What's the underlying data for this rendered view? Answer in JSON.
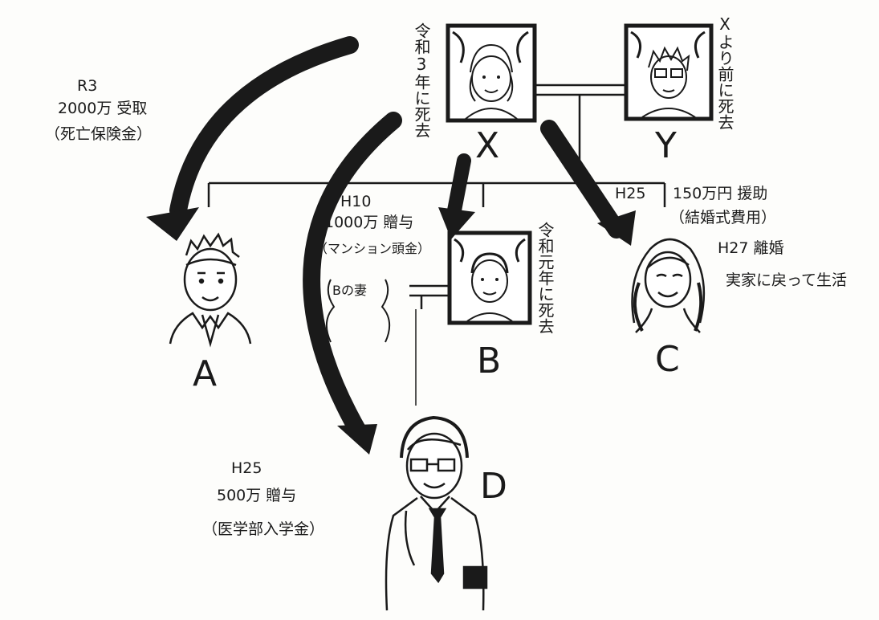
{
  "persons": {
    "X": {
      "label": "X",
      "note": "令和3年に死去"
    },
    "Y": {
      "label": "Y",
      "note": "Xより前に死去"
    },
    "A": {
      "label": "A"
    },
    "B": {
      "label": "B",
      "note": "令和元年に死去"
    },
    "C": {
      "label": "C"
    },
    "D": {
      "label": "D"
    },
    "B_wife": {
      "label": "Bの妻"
    }
  },
  "transfers": {
    "to_A": {
      "year": "R3",
      "amount": "2000万 受取",
      "detail": "（死亡保険金）"
    },
    "to_B": {
      "year": "H10",
      "amount": "1000万 贈与",
      "detail": "（マンション頭金）"
    },
    "to_C": {
      "year": "H25",
      "amount": "150万円 援助",
      "detail": "（結婚式費用）"
    },
    "to_D": {
      "year": "H25",
      "amount": "500万 贈与",
      "detail": "（医学部入学金）"
    }
  },
  "notes": {
    "C_status_1": "H27 離婚",
    "C_status_2": "実家に戻って生活"
  }
}
